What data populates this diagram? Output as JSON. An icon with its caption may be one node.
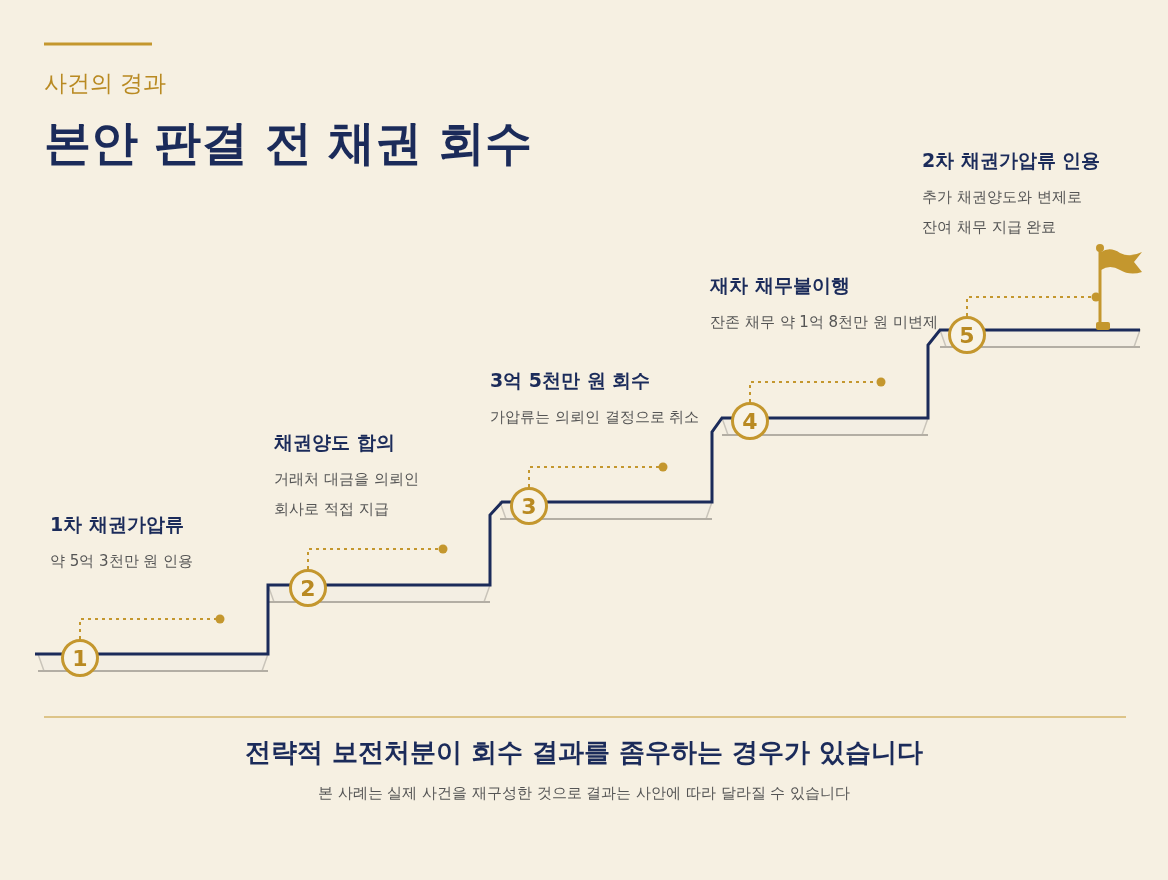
{
  "diagram": {
    "title": "본안 판결 전 채권 회수",
    "nodes": [
      {
        "text": [
          "1"
        ]
      },
      {
        "text": [
          "2"
        ]
      },
      {
        "text": [
          "3"
        ]
      },
      {
        "text": [
          "4"
        ]
      },
      {
        "text": [
          "5"
        ]
      },
      {
        "text": [],
        "shape": "flag"
      }
    ],
    "edges": [
      {
        "from": 0,
        "to": null,
        "arrow": "other",
        "style": "dashed"
      },
      {
        "from": 1,
        "to": null,
        "arrow": "other",
        "style": "dashed"
      },
      {
        "from": 2,
        "to": null,
        "arrow": "other",
        "style": "dashed"
      },
      {
        "from": 3,
        "to": null,
        "arrow": "other",
        "style": "dashed"
      },
      {
        "from": 4,
        "to": 5,
        "arrow": "other",
        "style": "dashed"
      }
    ],
    "labels": [
      "사건의 경과",
      "2차 채권가압류 인용",
      "추가 채권양도와 변제로 잔여 채무 지급 완료",
      "재차 채무불이행",
      "잔존 채무 약 1억 8천만 원 미변제",
      "3억 5천만 원 회수",
      "가압류는 의뢰인 결정으로 취소",
      "채권양도 합의",
      "거래처 대금을 의뢰인 회사로 적접 지급",
      "1차 채권가압류",
      "약 5억 3천만 원 인용",
      "전략적 보전처분이 회수 결과를 좀우하는 경우가 있습니다",
      "본 사례는 실제 사건을 재구성한 것으로 결과는 사안에 따라 달라질 수 있습니다"
    ]
  }
}
